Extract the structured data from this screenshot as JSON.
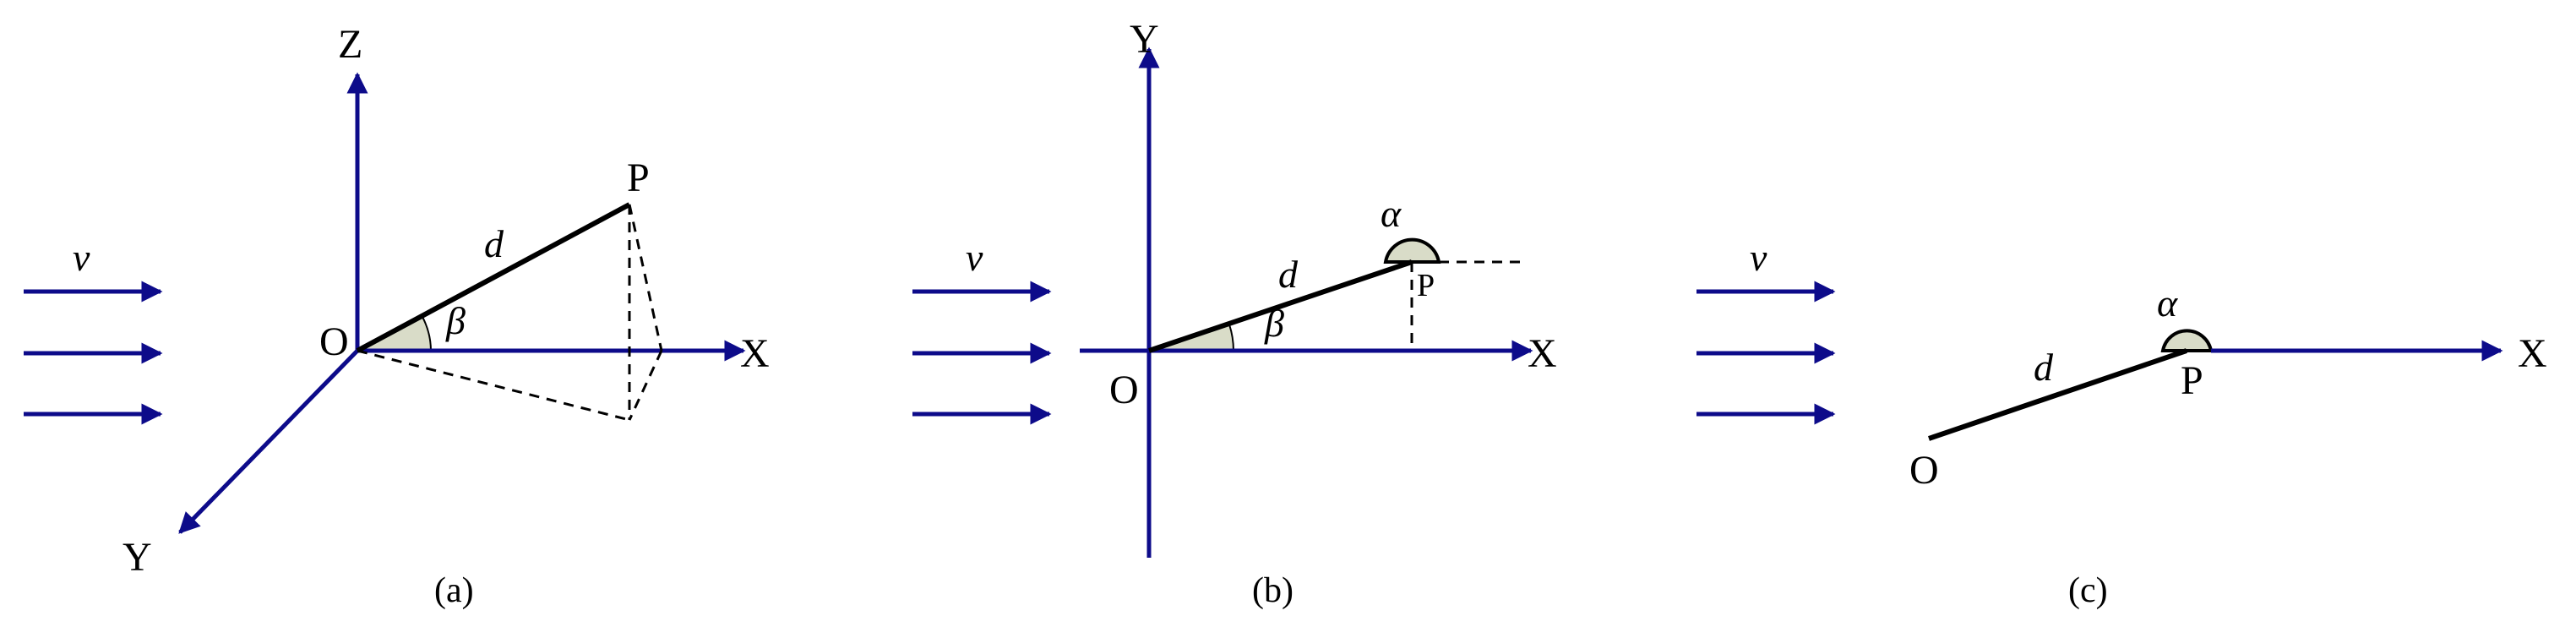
{
  "colors": {
    "axis": "#0d0b8a",
    "line": "#000000",
    "angle_fill": "#d9dcc8"
  },
  "panel_a": {
    "caption": "(a)",
    "axis_z": "Z",
    "axis_x": "X",
    "axis_y": "Y",
    "origin": "O",
    "point": "P",
    "velocity": "v",
    "distance": "d",
    "angle": "β"
  },
  "panel_b": {
    "caption": "(b)",
    "axis_y": "Y",
    "axis_x": "X",
    "origin": "O",
    "point": "P",
    "velocity": "v",
    "distance": "d",
    "angle_beta": "β",
    "angle_alpha": "α"
  },
  "panel_c": {
    "caption": "(c)",
    "axis_x": "X",
    "origin": "O",
    "point": "P",
    "velocity": "v",
    "distance": "d",
    "angle_alpha": "α"
  }
}
